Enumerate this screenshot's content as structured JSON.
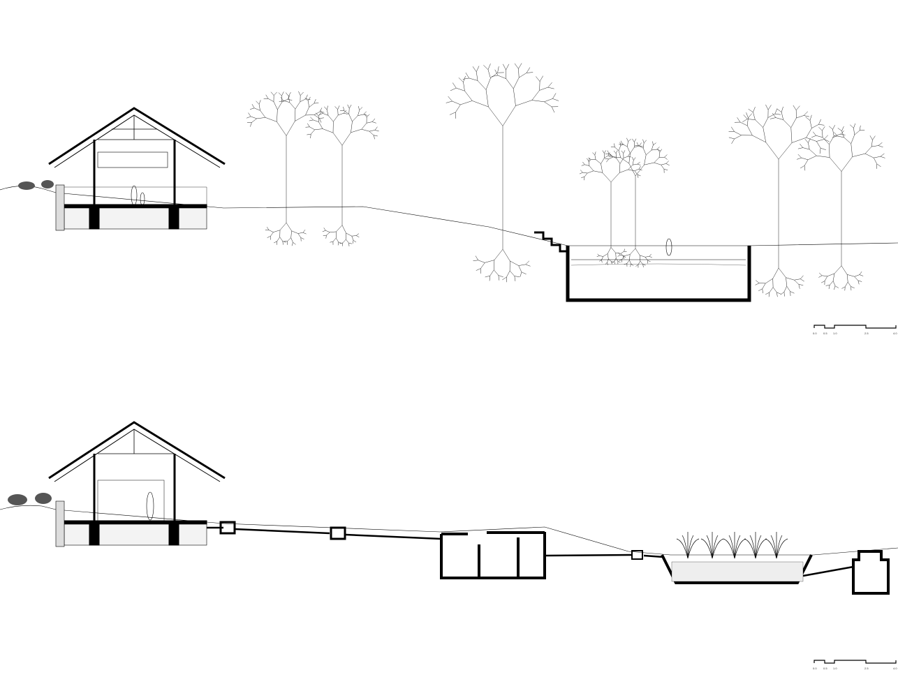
{
  "drawing": {
    "line_color": "#000000",
    "background": "#ffffff",
    "sections": [
      {
        "name": "landscape-section",
        "scale_labels": [
          "0.0",
          "0.5",
          "1.0",
          "2.5",
          "4.0"
        ]
      },
      {
        "name": "wastewater-section",
        "scale_labels": [
          "0.0",
          "0.5",
          "1.0",
          "2.5",
          "4.0"
        ]
      }
    ]
  }
}
